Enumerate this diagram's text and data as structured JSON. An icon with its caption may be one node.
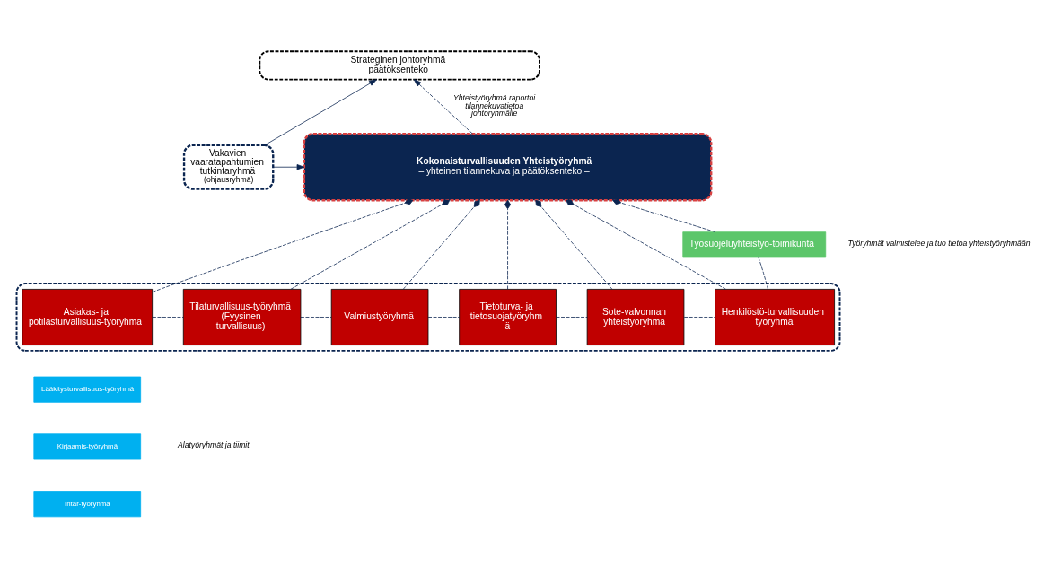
{
  "diagram": {
    "nodes": [
      {
        "text": [
          "Strateginen johtoryhmä päätöksenteko"
        ]
      },
      {
        "text": [
          "Kokonaisturvallisuuden Yhteistyöryhmä",
          "– yhteinen tilannekuva ja päätöksenteko –"
        ]
      },
      {
        "text": [
          "Vakavien vaaratapahtumien tutkintaryhmä",
          "(ohjausryhmä)"
        ]
      },
      {
        "text": [],
        "shape": "box"
      },
      {
        "text": [
          "Asiakas- ja potilasturvallisuus-työryhmä"
        ],
        "in": 3
      },
      {
        "text": [
          "Tilaturvallisuus-työryhmä (Fyysinen turvallisuus)"
        ],
        "in": 3
      },
      {
        "text": [
          "Valmiustyöryhmä"
        ],
        "in": 3
      },
      {
        "text": [
          "Tietoturva- ja tietosuojatyöryhm ä"
        ],
        "in": 3
      },
      {
        "text": [
          "Sote-valvonnan yhteistyöryhmä"
        ],
        "in": 3
      },
      {
        "text": [
          "Henkilöstö-turvallisuuden työryhmä"
        ],
        "in": 3
      },
      {
        "text": [
          "Työsuojeluyhteistyö-toimikunta"
        ]
      },
      {
        "text": [
          "Lääkitysturvallisuus-työryhmä"
        ]
      },
      {
        "text": [
          "Kirjaamis-työryhmä"
        ]
      },
      {
        "text": [
          "Intar-työryhmä"
        ]
      }
    ],
    "edges": [
      {
        "from": 1,
        "to": 0,
        "arrow": "to",
        "style": "dashed",
        "label": "Yhteistyöryhmä raportoi tilannekuvatietoa johtoryhmälle"
      },
      {
        "from": 2,
        "to": 0,
        "arrow": "to"
      },
      {
        "from": 2,
        "to": 1,
        "arrow": "to"
      },
      {
        "from": 4,
        "to": 1,
        "arrow": "other",
        "style": "dashed"
      },
      {
        "from": 5,
        "to": 1,
        "arrow": "other",
        "style": "dashed"
      },
      {
        "from": 6,
        "to": 1,
        "arrow": "other",
        "style": "dashed"
      },
      {
        "from": 7,
        "to": 1,
        "arrow": "other",
        "style": "dashed"
      },
      {
        "from": 8,
        "to": 1,
        "arrow": "other",
        "style": "dashed"
      },
      {
        "from": 10,
        "to": 1,
        "arrow": "other",
        "style": "dashed"
      },
      {
        "from": 9,
        "to": 1,
        "arrow": "other",
        "style": "dashed"
      },
      {
        "from": 10,
        "to": 9,
        "arrow": "none",
        "style": "dashed"
      },
      {
        "from": 4,
        "to": 5,
        "arrow": "none",
        "style": "dashed"
      },
      {
        "from": 5,
        "to": 6,
        "arrow": "none",
        "style": "dashed"
      },
      {
        "from": 6,
        "to": 7,
        "arrow": "none",
        "style": "dashed"
      },
      {
        "from": 7,
        "to": 8,
        "arrow": "none",
        "style": "dashed"
      },
      {
        "from": 8,
        "to": 9,
        "arrow": "none",
        "style": "dashed"
      }
    ],
    "labels": [
      "Työryhmät valmistelee ja tuo tietoa yhteistyöryhmään",
      "Alatyöryhmät ja tiimit"
    ]
  }
}
